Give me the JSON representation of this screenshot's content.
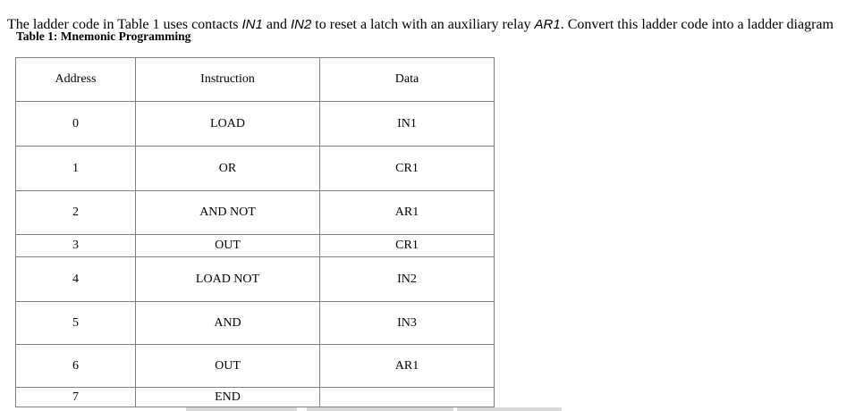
{
  "intro": {
    "part1": "The ladder code in Table 1 uses contacts ",
    "in1": "IN1",
    "part2": " and ",
    "in2": "IN2",
    "part3": " to reset a latch with an auxiliary relay ",
    "ar1": "AR1",
    "part4": ". Convert this ladder code into a ladder diagram"
  },
  "caption": "Table 1: Mnemonic Programming",
  "table": {
    "headers": [
      "Address",
      "Instruction",
      "Data"
    ],
    "rows": [
      {
        "address": "0",
        "instruction": "LOAD",
        "data": "IN1"
      },
      {
        "address": "1",
        "instruction": "OR",
        "data": "CR1"
      },
      {
        "address": "2",
        "instruction": "AND NOT",
        "data": "AR1"
      },
      {
        "address": "3",
        "instruction": "OUT",
        "data": "CR1"
      },
      {
        "address": "4",
        "instruction": "LOAD NOT",
        "data": "IN2"
      },
      {
        "address": "5",
        "instruction": "AND",
        "data": "IN3"
      },
      {
        "address": "6",
        "instruction": "OUT",
        "data": "AR1"
      },
      {
        "address": "7",
        "instruction": "END",
        "data": ""
      }
    ]
  },
  "colors": {
    "table_border": "#808080",
    "text": "#000000",
    "background": "#ffffff",
    "cutoff_artifact": "#d9d9d9"
  }
}
